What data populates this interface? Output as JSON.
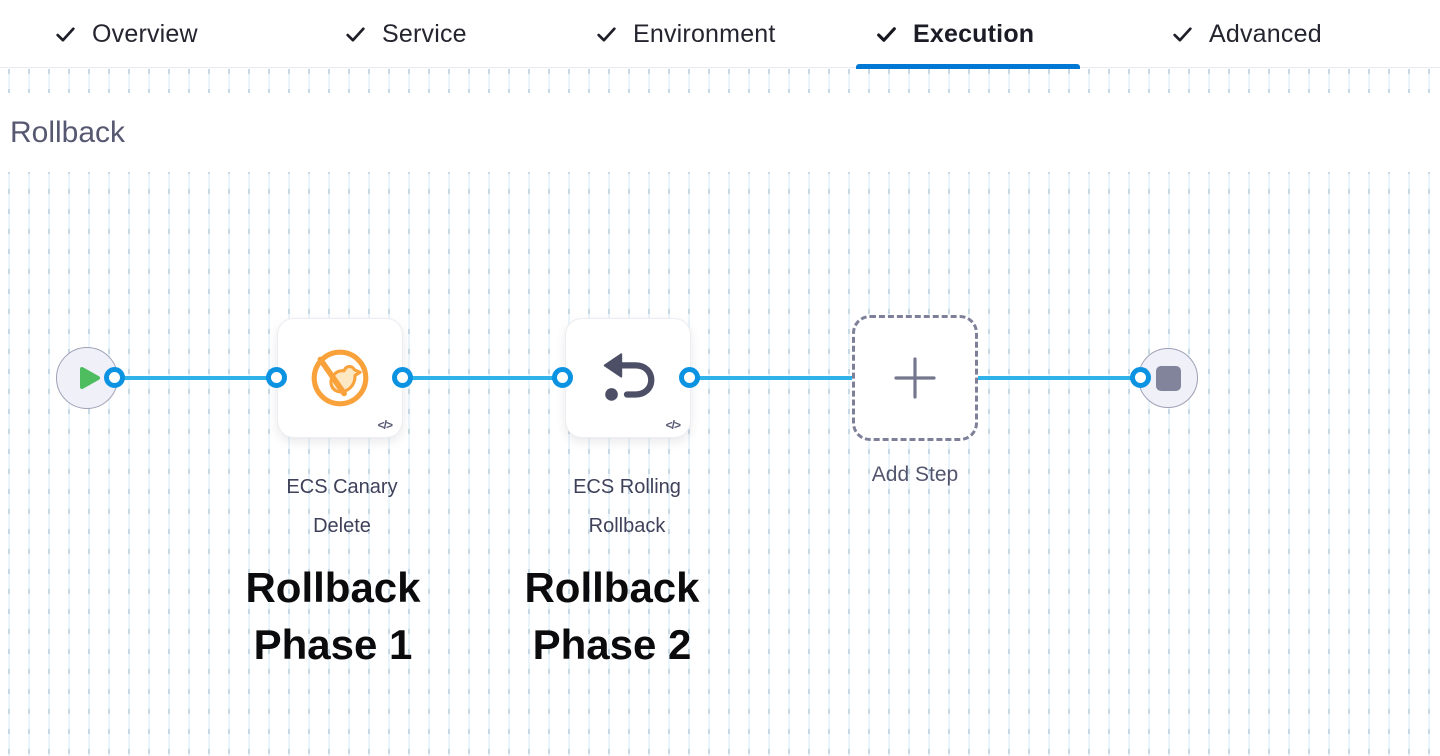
{
  "tab_bar": {
    "tabs": [
      {
        "label": "Overview",
        "checked": true,
        "active": false
      },
      {
        "label": "Service",
        "checked": true,
        "active": false
      },
      {
        "label": "Environment",
        "checked": true,
        "active": false
      },
      {
        "label": "Execution",
        "checked": true,
        "active": true
      },
      {
        "label": "Advanced",
        "checked": true,
        "active": false
      }
    ]
  },
  "section": {
    "title": "Rollback"
  },
  "pipeline": {
    "start_node": {
      "icon": "play"
    },
    "end_node": {
      "icon": "stop"
    },
    "steps": [
      {
        "name": "ECS Canary Delete",
        "icon": "ecs-canary-delete-icon",
        "badge": "</>"
      },
      {
        "name": "ECS Rolling Rollback",
        "icon": "ecs-rolling-rollback-icon",
        "badge": "</>"
      }
    ],
    "add_step": {
      "label": "Add Step"
    },
    "annotations": [
      {
        "text": "Rollback Phase 1"
      },
      {
        "text": "Rollback Phase 2"
      }
    ]
  },
  "colors": {
    "accent_blue": "#0278D5",
    "connector_line": "#2EB2E9",
    "connector_ring": "#0B93E2",
    "canary_orange": "#F9A23C",
    "icon_slate": "#4C4F66",
    "play_green": "#4DBD5F"
  }
}
